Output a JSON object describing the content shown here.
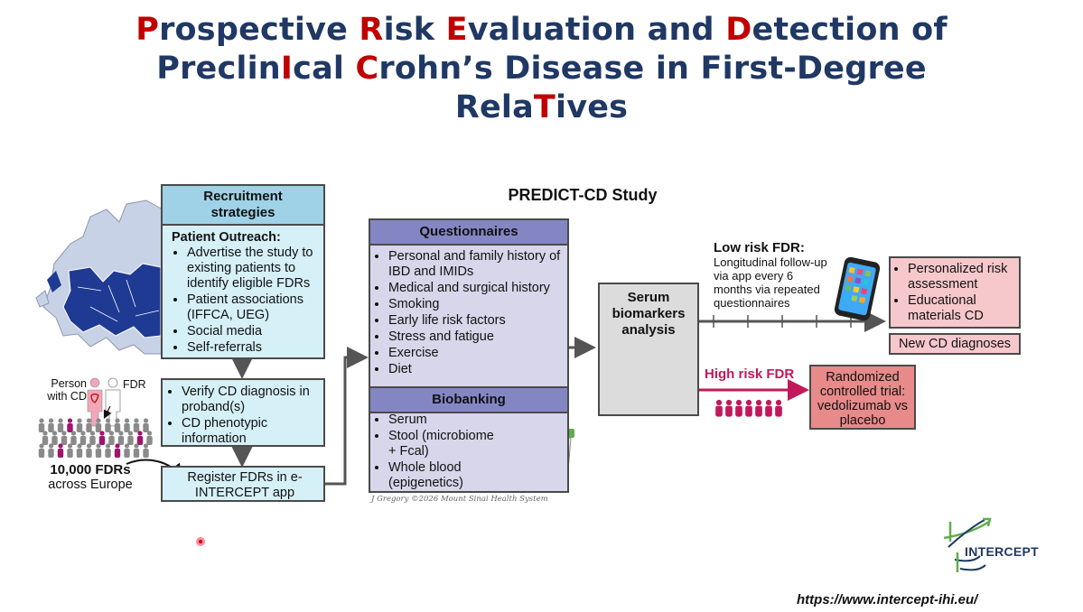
{
  "title": {
    "line1": [
      {
        "t": "P",
        "hl": true
      },
      {
        "t": "rospective ",
        "hl": false
      },
      {
        "t": "R",
        "hl": true
      },
      {
        "t": "isk ",
        "hl": false
      },
      {
        "t": "E",
        "hl": true
      },
      {
        "t": "valuation and ",
        "hl": false
      },
      {
        "t": "D",
        "hl": true
      },
      {
        "t": "etection of",
        "hl": false
      }
    ],
    "line2": [
      {
        "t": "P",
        "hl": false
      },
      {
        "t": "reclin",
        "hl": false
      },
      {
        "t": "I",
        "hl": true
      },
      {
        "t": "cal ",
        "hl": false
      },
      {
        "t": "C",
        "hl": true
      },
      {
        "t": "rohn’s Disease in First-Degree",
        "hl": false
      }
    ],
    "line3": [
      {
        "t": "Rela",
        "hl": false
      },
      {
        "t": "T",
        "hl": true
      },
      {
        "t": "ives",
        "hl": false
      }
    ]
  },
  "study_title": "PREDICT-CD Study",
  "recruitment": {
    "header": "Recruitment strategies",
    "subheader": "Patient Outreach:",
    "items": [
      "Advertise the study to existing patients to identify eligible FDRs",
      "Patient associations (IFFCA, UEG)",
      "Social media",
      "Self-referrals"
    ]
  },
  "verify": {
    "items": [
      "Verify CD diagnosis in proband(s)",
      "CD phenotypic information"
    ]
  },
  "register": {
    "text": "Register FDRs in e-INTERCEPT app"
  },
  "people": {
    "person_label": "Person with CD",
    "fdr_label": "FDR",
    "count": "10,000 FDRs",
    "region": "across Europe"
  },
  "questionnaires": {
    "header": "Questionnaires",
    "items": [
      "Personal and family history of IBD and IMIDs",
      "Medical and surgical history",
      "Smoking",
      "Early life risk factors",
      "Stress and fatigue",
      "Exercise",
      "Diet"
    ]
  },
  "biobanking": {
    "header": "Biobanking",
    "items": [
      "Serum",
      "Stool (microbiome + Fcal)",
      "Whole blood (epigenetics)"
    ]
  },
  "credit": "J Gregory ©2026 Mount Sinai Health System",
  "serum": {
    "text": "Serum biomarkers analysis"
  },
  "low_risk": {
    "label": "Low risk FDR:",
    "desc": "Longitudinal follow-up via app every 6 months via repeated questionnaires"
  },
  "outcomes": {
    "items": [
      "Personalized risk assessment",
      "Educational materials CD"
    ]
  },
  "new_cd": {
    "text": "New CD diagnoses"
  },
  "high_risk": {
    "label": "High risk FDR"
  },
  "trial": {
    "text": "Randomized controlled trial: vedolizumab vs placebo"
  },
  "logo": {
    "text": "INTERCEPT"
  },
  "url": "https://www.intercept-ihi.eu/",
  "colors": {
    "title": "#1f3864",
    "accent": "#c00000",
    "arrow": "#555555",
    "high_risk": "#c2185b"
  }
}
